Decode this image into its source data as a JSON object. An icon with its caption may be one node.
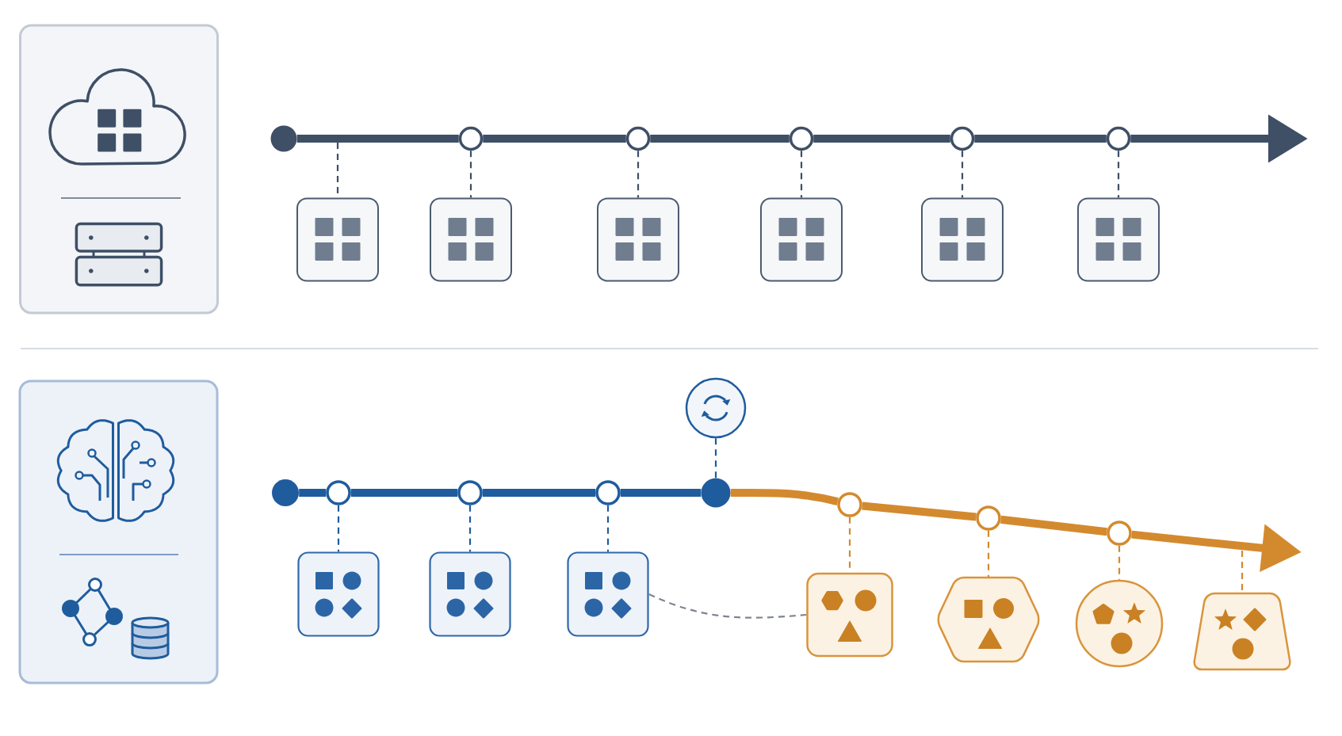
{
  "diagram": {
    "nodes": [
      {
        "text": [],
        "shape": "box"
      },
      {
        "text": [],
        "shape": "dot"
      },
      {
        "text": [],
        "shape": "circle"
      },
      {
        "text": [],
        "shape": "circle"
      },
      {
        "text": [],
        "shape": "circle"
      },
      {
        "text": [],
        "shape": "circle"
      },
      {
        "text": [],
        "shape": "circle"
      },
      {
        "text": [],
        "shape": "box"
      },
      {
        "text": [],
        "shape": "box"
      },
      {
        "text": [],
        "shape": "box"
      },
      {
        "text": [],
        "shape": "box"
      },
      {
        "text": [],
        "shape": "box"
      },
      {
        "text": [],
        "shape": "box"
      },
      {
        "text": [],
        "shape": "box"
      },
      {
        "text": [],
        "shape": "circle"
      },
      {
        "text": [],
        "shape": "dot"
      },
      {
        "text": [],
        "shape": "circle"
      },
      {
        "text": [],
        "shape": "circle"
      },
      {
        "text": [],
        "shape": "circle"
      },
      {
        "text": [],
        "shape": "dot"
      },
      {
        "text": [],
        "shape": "circle"
      },
      {
        "text": [],
        "shape": "circle"
      },
      {
        "text": [],
        "shape": "circle"
      },
      {
        "text": [],
        "shape": "box"
      },
      {
        "text": [],
        "shape": "box"
      },
      {
        "text": [],
        "shape": "box"
      },
      {
        "text": [],
        "shape": "box"
      },
      {
        "text": [],
        "shape": "hexagon"
      },
      {
        "text": [],
        "shape": "circle"
      },
      {
        "text": [],
        "shape": "trapezoid"
      }
    ],
    "edges": [
      {
        "from": 1,
        "to": 2,
        "arrow": "none",
        "style": "thick"
      },
      {
        "from": 2,
        "to": 3,
        "arrow": "none",
        "style": "thick"
      },
      {
        "from": 3,
        "to": 4,
        "arrow": "none",
        "style": "thick"
      },
      {
        "from": 4,
        "to": 5,
        "arrow": "none",
        "style": "thick"
      },
      {
        "from": 5,
        "to": 6,
        "arrow": "none",
        "style": "thick"
      },
      {
        "from": 6,
        "to": null,
        "arrow": "to",
        "style": "thick"
      },
      {
        "from": null,
        "to": 7,
        "arrow": "none",
        "style": "dashed"
      },
      {
        "from": 2,
        "to": 8,
        "arrow": "none",
        "style": "dashed"
      },
      {
        "from": 3,
        "to": 9,
        "arrow": "none",
        "style": "dashed"
      },
      {
        "from": 4,
        "to": 10,
        "arrow": "none",
        "style": "dashed"
      },
      {
        "from": 5,
        "to": 11,
        "arrow": "none",
        "style": "dashed"
      },
      {
        "from": 6,
        "to": 12,
        "arrow": "none",
        "style": "dashed"
      },
      {
        "from": 15,
        "to": 16,
        "arrow": "none",
        "style": "thick",
        "color": "#1f5c9e"
      },
      {
        "from": 16,
        "to": 17,
        "arrow": "none",
        "style": "thick",
        "color": "#1f5c9e"
      },
      {
        "from": 17,
        "to": 18,
        "arrow": "none",
        "style": "thick",
        "color": "#1f5c9e"
      },
      {
        "from": 18,
        "to": 19,
        "arrow": "none",
        "style": "thick",
        "color": "#1f5c9e"
      },
      {
        "from": 19,
        "to": 20,
        "arrow": "none",
        "style": "thick",
        "color": "#d38a2e"
      },
      {
        "from": 20,
        "to": 21,
        "arrow": "none",
        "style": "thick",
        "color": "#d38a2e"
      },
      {
        "from": 21,
        "to": 22,
        "arrow": "none",
        "style": "thick",
        "color": "#d38a2e"
      },
      {
        "from": 22,
        "to": null,
        "arrow": "to",
        "style": "thick",
        "color": "#d38a2e"
      },
      {
        "from": 14,
        "to": 19,
        "arrow": "none",
        "style": "dashed",
        "color": "#1f5c9e"
      },
      {
        "from": 16,
        "to": 23,
        "arrow": "none",
        "style": "dashed",
        "color": "#1f5c9e"
      },
      {
        "from": 17,
        "to": 24,
        "arrow": "none",
        "style": "dashed",
        "color": "#1f5c9e"
      },
      {
        "from": 18,
        "to": 25,
        "arrow": "none",
        "style": "dashed",
        "color": "#1f5c9e"
      },
      {
        "from": 20,
        "to": 26,
        "arrow": "none",
        "style": "dashed",
        "color": "#d38a2e"
      },
      {
        "from": 21,
        "to": 27,
        "arrow": "none",
        "style": "dashed",
        "color": "#d38a2e"
      },
      {
        "from": 22,
        "to": 28,
        "arrow": "none",
        "style": "dashed",
        "color": "#d38a2e"
      },
      {
        "from": null,
        "to": 29,
        "arrow": "none",
        "style": "dashed",
        "color": "#d38a2e"
      },
      {
        "from": 25,
        "to": 26,
        "arrow": "none",
        "style": "dashed",
        "color": "#7d8590"
      }
    ]
  }
}
